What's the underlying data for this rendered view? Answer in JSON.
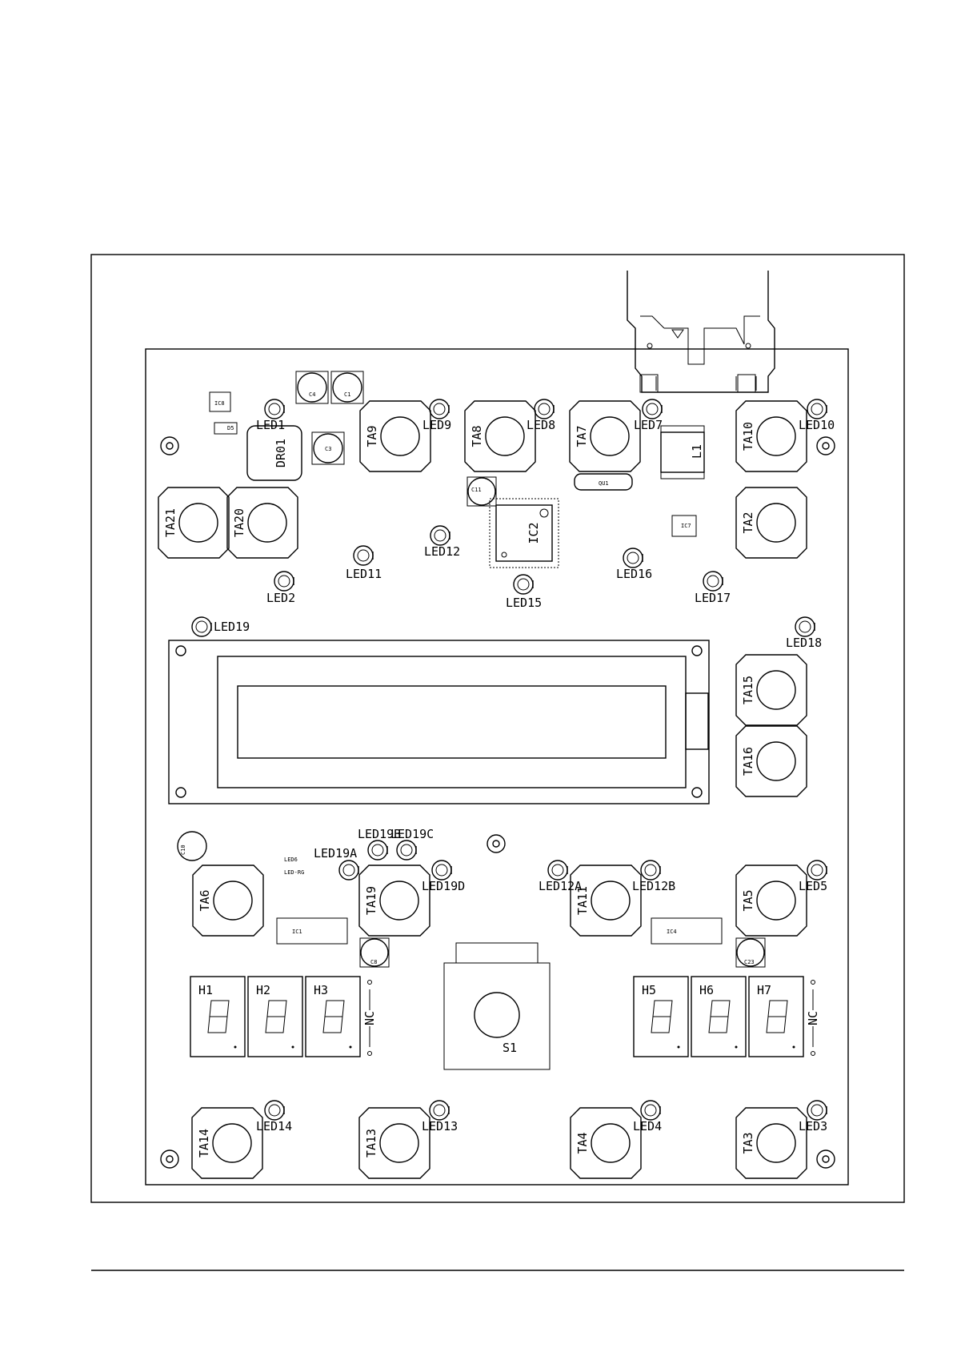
{
  "labels": {
    "tactile": [
      "TA9",
      "TA8",
      "TA7",
      "TA10",
      "TA21",
      "TA20",
      "TA2",
      "TA15",
      "TA16",
      "TA6",
      "TA19",
      "TA11",
      "TA5",
      "TA14",
      "TA13",
      "TA4",
      "TA3"
    ],
    "leds": [
      "LED1",
      "LED9",
      "LED8",
      "LED7",
      "LED10",
      "LED12",
      "LED11",
      "LED2",
      "LED16",
      "LED15",
      "LED17",
      "LED19",
      "LED18",
      "LED19B",
      "LED19C",
      "LED19A",
      "LED19D",
      "LED12A",
      "LED12B",
      "LED5",
      "LED14",
      "LED13",
      "LED4",
      "LED3"
    ],
    "displays": [
      "H1",
      "H2",
      "H3",
      "H5",
      "H6",
      "H7"
    ],
    "nc": "NC",
    "big": [
      "DR01",
      "IC2",
      "L1",
      "S1"
    ],
    "small": [
      "C4",
      "C1",
      "C3",
      "IC8",
      "D5",
      "C11",
      "QU1",
      "IC7",
      "IC1",
      "IC4",
      "C8",
      "C23",
      "C10",
      "LED6",
      "LED-RG"
    ]
  }
}
